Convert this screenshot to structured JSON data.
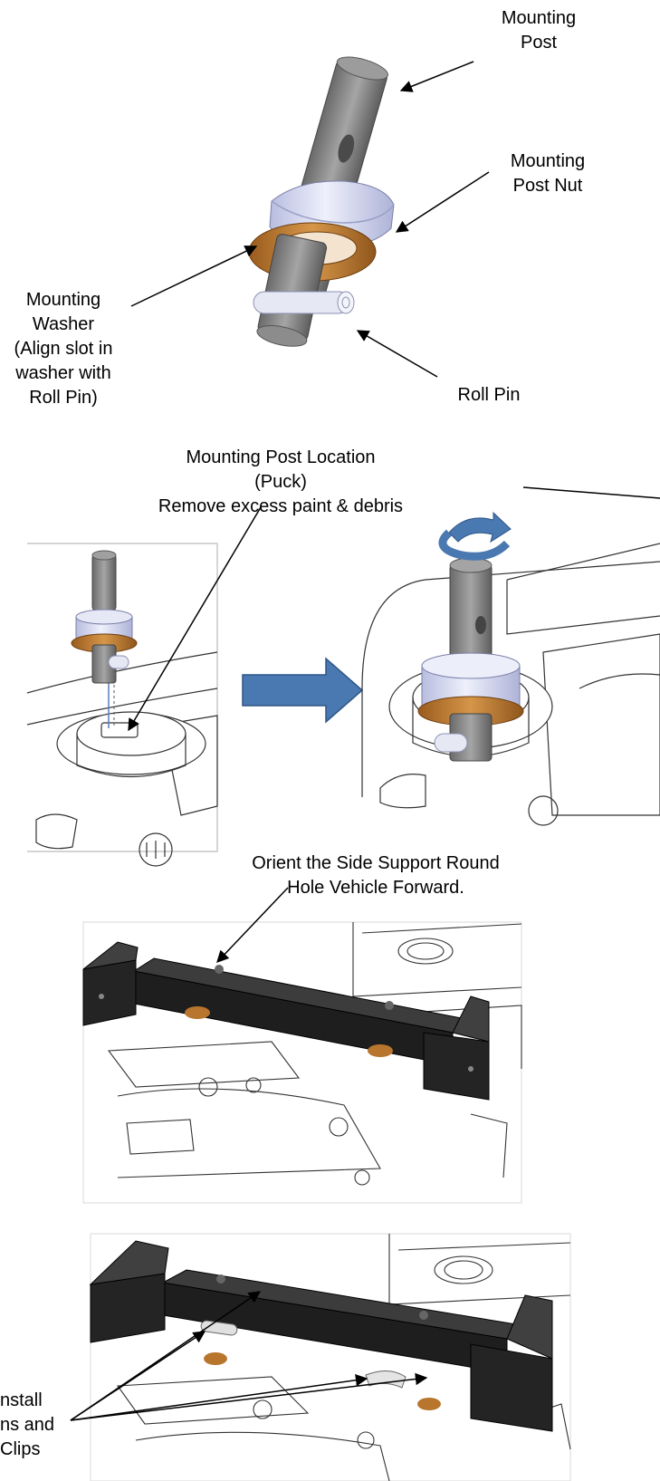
{
  "figure1": {
    "label_mounting_post": "Mounting\nPost",
    "label_mounting_post_nut": "Mounting\nPost Nut",
    "label_mounting_washer": "Mounting\nWasher\n(Align slot in\nwasher with\nRoll Pin)",
    "label_roll_pin": "Roll Pin"
  },
  "figure2": {
    "label_post_location": "Mounting Post Location\n(Puck)\nRemove excess paint & debris"
  },
  "figure3": {
    "label_orient": "Orient the Side Support Round\nHole Vehicle Forward."
  },
  "figure4": {
    "label_install": "nstall\nns and\n Clips"
  },
  "colors": {
    "post_gray": "#808080",
    "nut_lavender": "#d4d8ef",
    "washer_bronze": "#b8752e",
    "arrow_blue": "#4a78b0",
    "bracket_black": "#1e1e1e"
  }
}
